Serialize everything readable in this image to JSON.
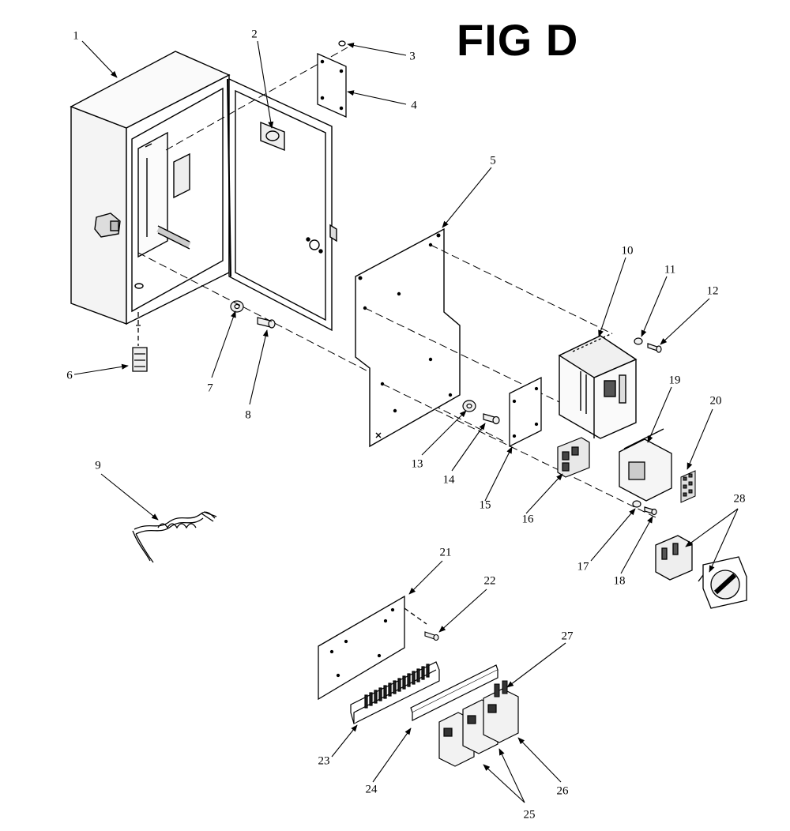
{
  "title": "FIG D",
  "callouts": [
    "1",
    "2",
    "3",
    "4",
    "5",
    "6",
    "7",
    "8",
    "9",
    "10",
    "11",
    "12",
    "13",
    "14",
    "15",
    "16",
    "17",
    "18",
    "19",
    "20",
    "21",
    "22",
    "23",
    "24",
    "25",
    "26",
    "27",
    "28"
  ]
}
